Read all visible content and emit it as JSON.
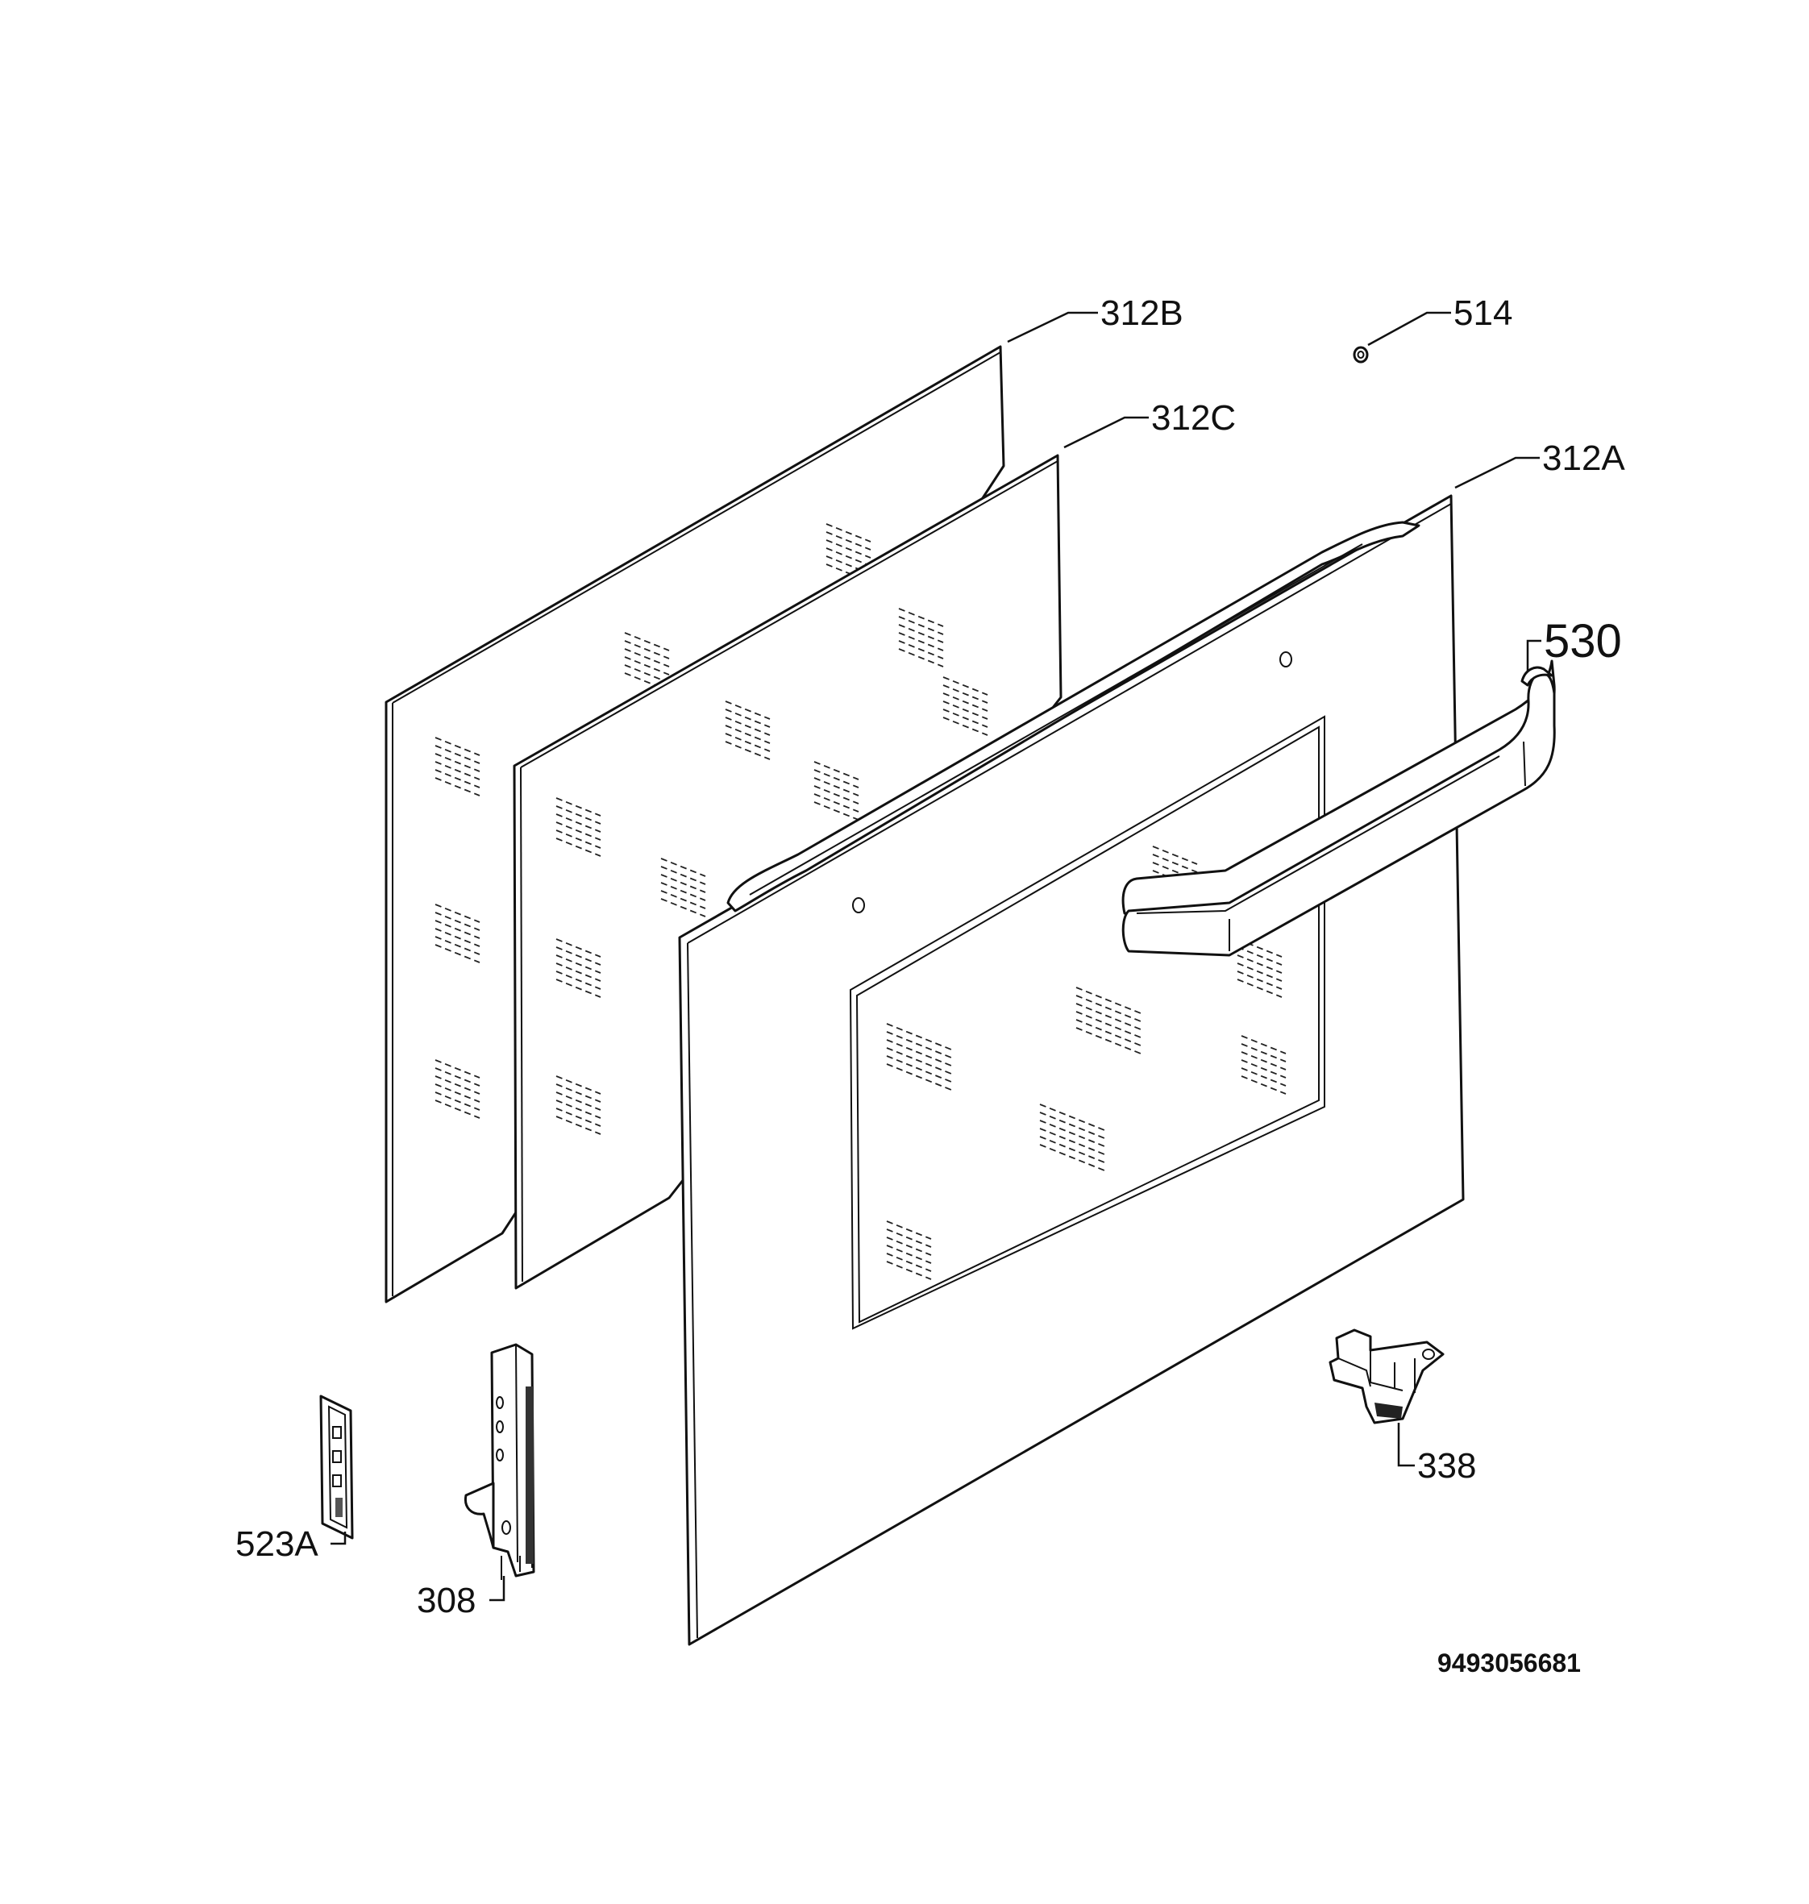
{
  "labels": {
    "glass_rear": "312B",
    "glass_middle": "312C",
    "glass_front": "312A",
    "screw": "514",
    "handle": "530",
    "hinge_cover": "523A",
    "hinge": "308",
    "latch": "338"
  },
  "document_number": "9493056681"
}
